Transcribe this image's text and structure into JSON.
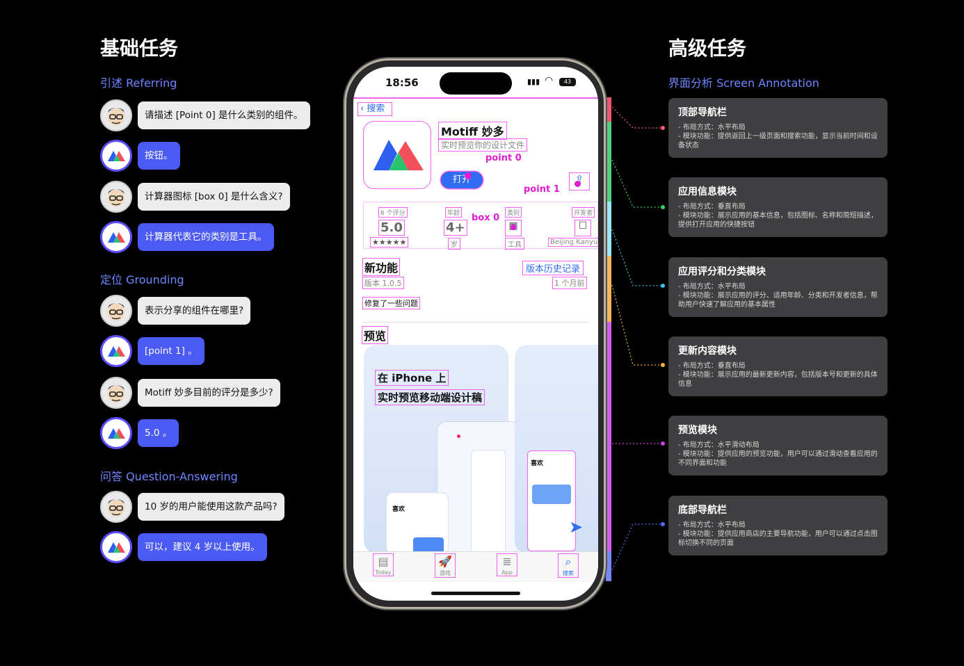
{
  "left": {
    "title": "基础任务",
    "referring": "引述 Referring",
    "grounding": "定位 Grounding",
    "qa": "问答 Question-Answering",
    "chats": [
      {
        "role": "user",
        "text": "请描述 [Point 0] 是什么类别的组件。"
      },
      {
        "role": "bot",
        "text": "按钮。"
      },
      {
        "role": "user",
        "text": "计算器图标 [box 0] 是什么含义?"
      },
      {
        "role": "bot",
        "text": "计算器代表它的类别是工具。"
      },
      {
        "role": "user",
        "text": "表示分享的组件在哪里?"
      },
      {
        "role": "bot",
        "text": "[point 1] 。"
      },
      {
        "role": "user",
        "text": "Motiff 妙多目前的评分是多少?"
      },
      {
        "role": "bot",
        "text": "5.0 。"
      },
      {
        "role": "user",
        "text": "10 岁的用户能使用这款产品吗?"
      },
      {
        "role": "bot",
        "text": "可以，建议 4 岁以上使用。"
      }
    ]
  },
  "right": {
    "title": "高级任务",
    "section": "界面分析 Screen Annotation",
    "cards": [
      {
        "title": "顶部导航栏",
        "lines": [
          "- 布局方式：水平布局",
          "- 模块功能：提供返回上一级页面和搜索功能，显示当前时间和设备状态"
        ]
      },
      {
        "title": "应用信息模块",
        "lines": [
          "- 布局方式：垂直布局",
          "- 模块功能：展示应用的基本信息，包括图标、名称和简短描述，提供打开应用的快捷按钮"
        ]
      },
      {
        "title": "应用评分和分类模块",
        "lines": [
          "- 布局方式：水平布局",
          "- 模块功能：展示应用的评分、适用年龄、分类和开发者信息，帮助用户快速了解应用的基本属性"
        ]
      },
      {
        "title": "更新内容模块",
        "lines": [
          "- 布局方式：垂直布局",
          "- 模块功能：展示应用的最新更新内容，包括版本号和更新的具体信息"
        ]
      },
      {
        "title": "预览模块",
        "lines": [
          "- 布局方式：水平滑动布局",
          "- 模块功能：提供应用的预览功能，用户可以通过滑动查看应用的不同界面和功能"
        ]
      },
      {
        "title": "底部导航栏",
        "lines": [
          "- 布局方式：水平布局",
          "- 模块功能：提供应用商店的主要导航功能，用户可以通过点击图标切换不同的页面"
        ]
      }
    ]
  },
  "phone": {
    "time": "18:56",
    "battery": "43",
    "back": "搜索",
    "app_name": "Motiff 妙多",
    "app_sub": "实时预览你的设计文件",
    "open": "打开",
    "point0": "point 0",
    "point1": "point 1",
    "box0": "box 0",
    "ratings_label": "6 个评分",
    "rating": "5.0",
    "stars": "★★★★★",
    "age_label": "年龄",
    "age": "4+",
    "age_unit": "岁",
    "cat_label": "类别",
    "cat": "工具",
    "dev_label": "开发者",
    "dev": "Beijing Kanyun",
    "new_title": "新功能",
    "history": "版本历史记录",
    "version": "版本 1.0.5",
    "ago": "1 个月前",
    "fix": "修复了一些问题",
    "preview": "预览",
    "shot1": "在 iPhone 上",
    "shot2": "实时预览移动端设计稿",
    "mini_fav": "喜欢",
    "tabs": [
      "Today",
      "游戏",
      "App",
      "搜索"
    ]
  }
}
